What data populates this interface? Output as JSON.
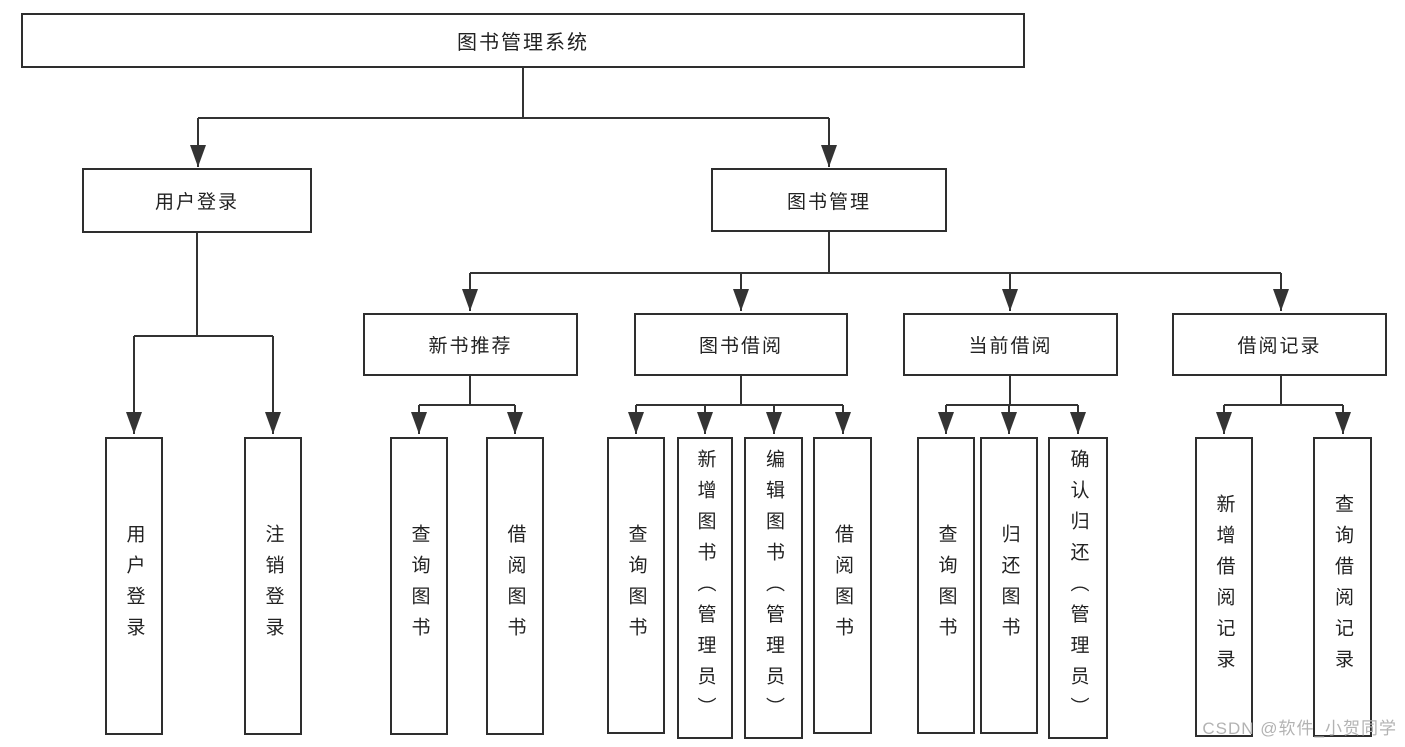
{
  "diagram": {
    "root": "图书管理系统",
    "branches": [
      {
        "label": "用户登录",
        "children": [
          "用户登录",
          "注销登录"
        ]
      },
      {
        "label": "图书管理",
        "groups": [
          {
            "label": "新书推荐",
            "children": [
              "查询图书",
              "借阅图书"
            ]
          },
          {
            "label": "图书借阅",
            "children": [
              "查询图书",
              "新增图书（管理员）",
              "编辑图书（管理员）",
              "借阅图书"
            ]
          },
          {
            "label": "当前借阅",
            "children": [
              "查询图书",
              "归还图书",
              "确认归还（管理员）"
            ]
          },
          {
            "label": "借阅记录",
            "children": [
              "新增借阅记录",
              "查询借阅记录"
            ]
          }
        ]
      }
    ],
    "line_color": "#333333",
    "border_color": "#2e2e2e",
    "text_color": "#222222",
    "watermark_color": "#b3b3b3"
  },
  "watermark": "CSDN @软件_小贺同学"
}
